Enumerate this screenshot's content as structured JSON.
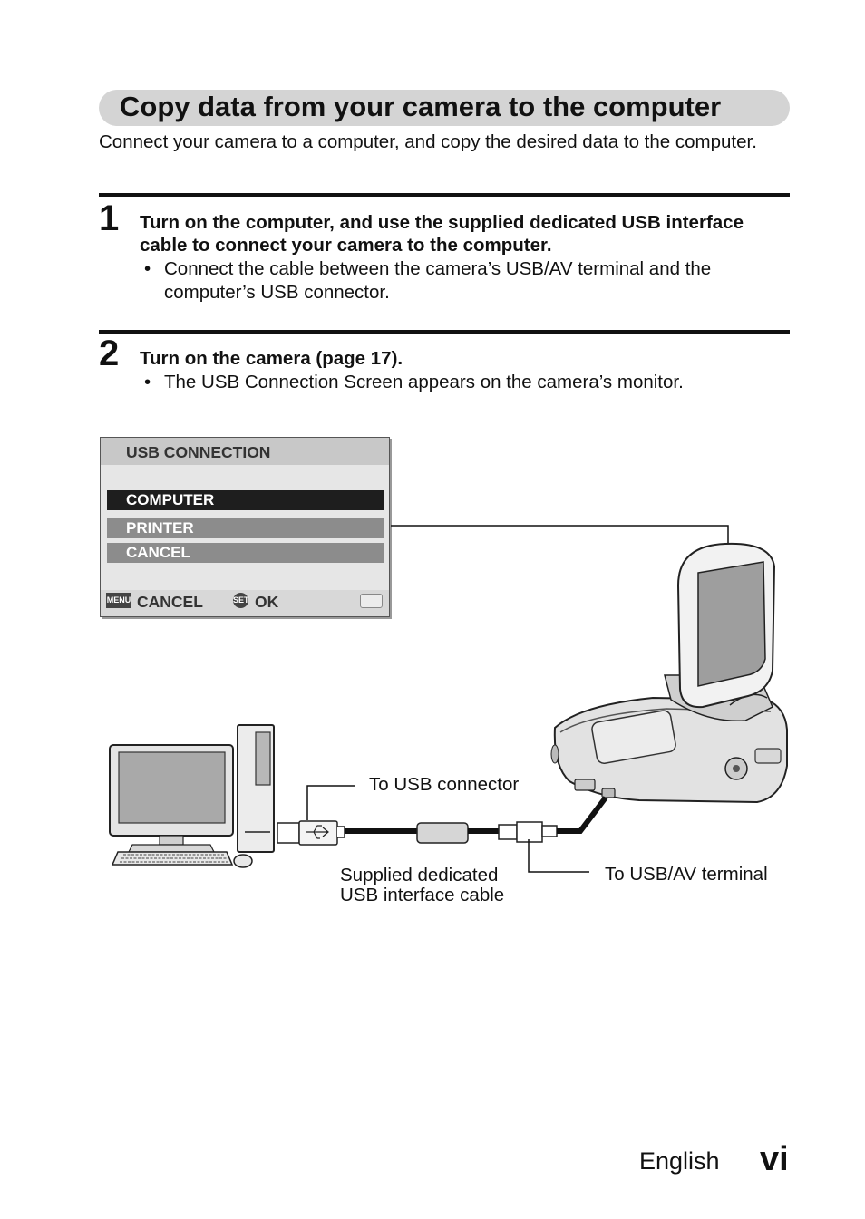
{
  "title": "Copy data from your camera to the computer",
  "intro": "Connect your camera to a computer, and copy the desired data to the computer.",
  "steps": [
    {
      "number": "1",
      "heading": "Turn on the computer, and use the supplied dedicated USB interface cable to connect your camera to the computer.",
      "bullet": "Connect the cable between the camera’s USB/AV terminal and the computer’s USB connector."
    },
    {
      "number": "2",
      "heading": "Turn on the camera  (page 17).",
      "bullet": "The USB Connection Screen appears on the camera’s monitor."
    }
  ],
  "bullet_symbol": "•",
  "usb_screen": {
    "title": "USB CONNECTION",
    "options": [
      "COMPUTER",
      "PRINTER",
      "CANCEL"
    ],
    "selected": "COMPUTER",
    "menu_icon_text": "MENU",
    "menu_action": "CANCEL",
    "set_icon_text": "SET",
    "set_action": "OK"
  },
  "diagram": {
    "label_usb_connector": "To USB connector",
    "label_cable_line1": "Supplied dedicated",
    "label_cable_line2": "USB interface cable",
    "label_usb_av": "To USB/AV terminal"
  },
  "footer": {
    "language": "English",
    "page": "vi"
  }
}
